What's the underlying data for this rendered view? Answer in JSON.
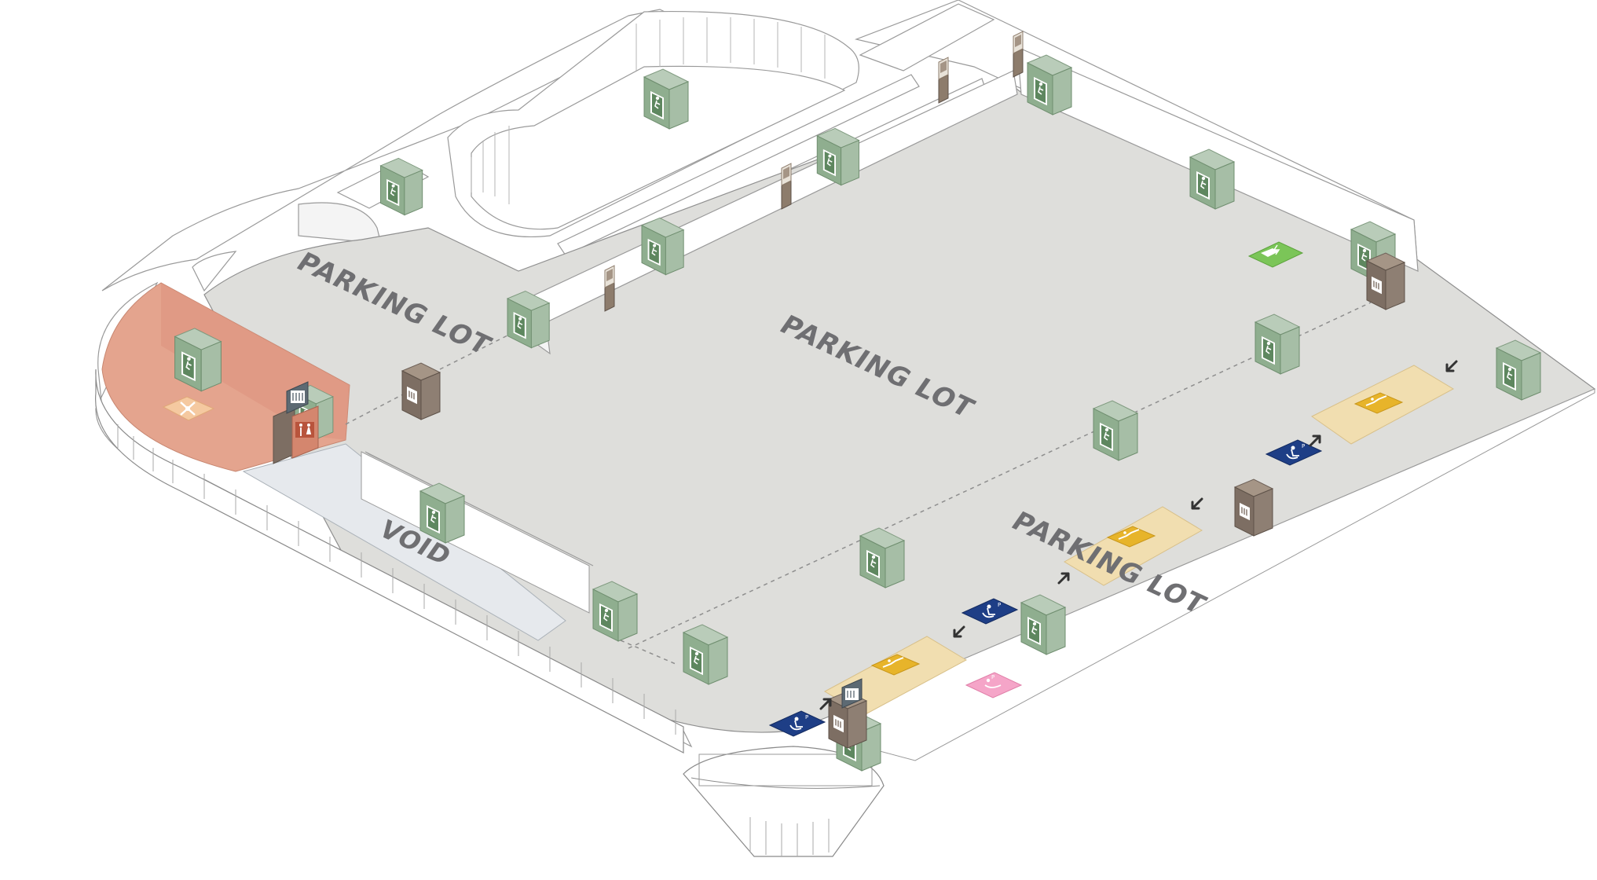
{
  "map": {
    "labels": {
      "parking_lot_north": "PARKING LOT",
      "parking_lot_center": "PARKING LOT",
      "parking_lot_south": "PARKING LOT",
      "void": "VOID"
    },
    "colors": {
      "floor": "#dededb",
      "zone_orange": "#e4a48e",
      "void": "#e6e9ed",
      "exit_sign": "#8fae8f",
      "exit_sign_dark": "#5e875f",
      "elevator_box": "#7d6e63",
      "handicap_sign": "#1e3e86",
      "escalator_pad": "#f1deb0",
      "escalator_sign": "#e7b42a",
      "ev_charging": "#7bc558",
      "parent_child": "#f5a5c8",
      "restroom": "#d4866e"
    },
    "icons": [
      "exit-icon",
      "elevator-icon",
      "handicap-parking-icon",
      "escalator-icon",
      "ev-charging-icon",
      "family-parking-icon",
      "restroom-icon",
      "information-icon",
      "direction-arrow-icon"
    ]
  }
}
